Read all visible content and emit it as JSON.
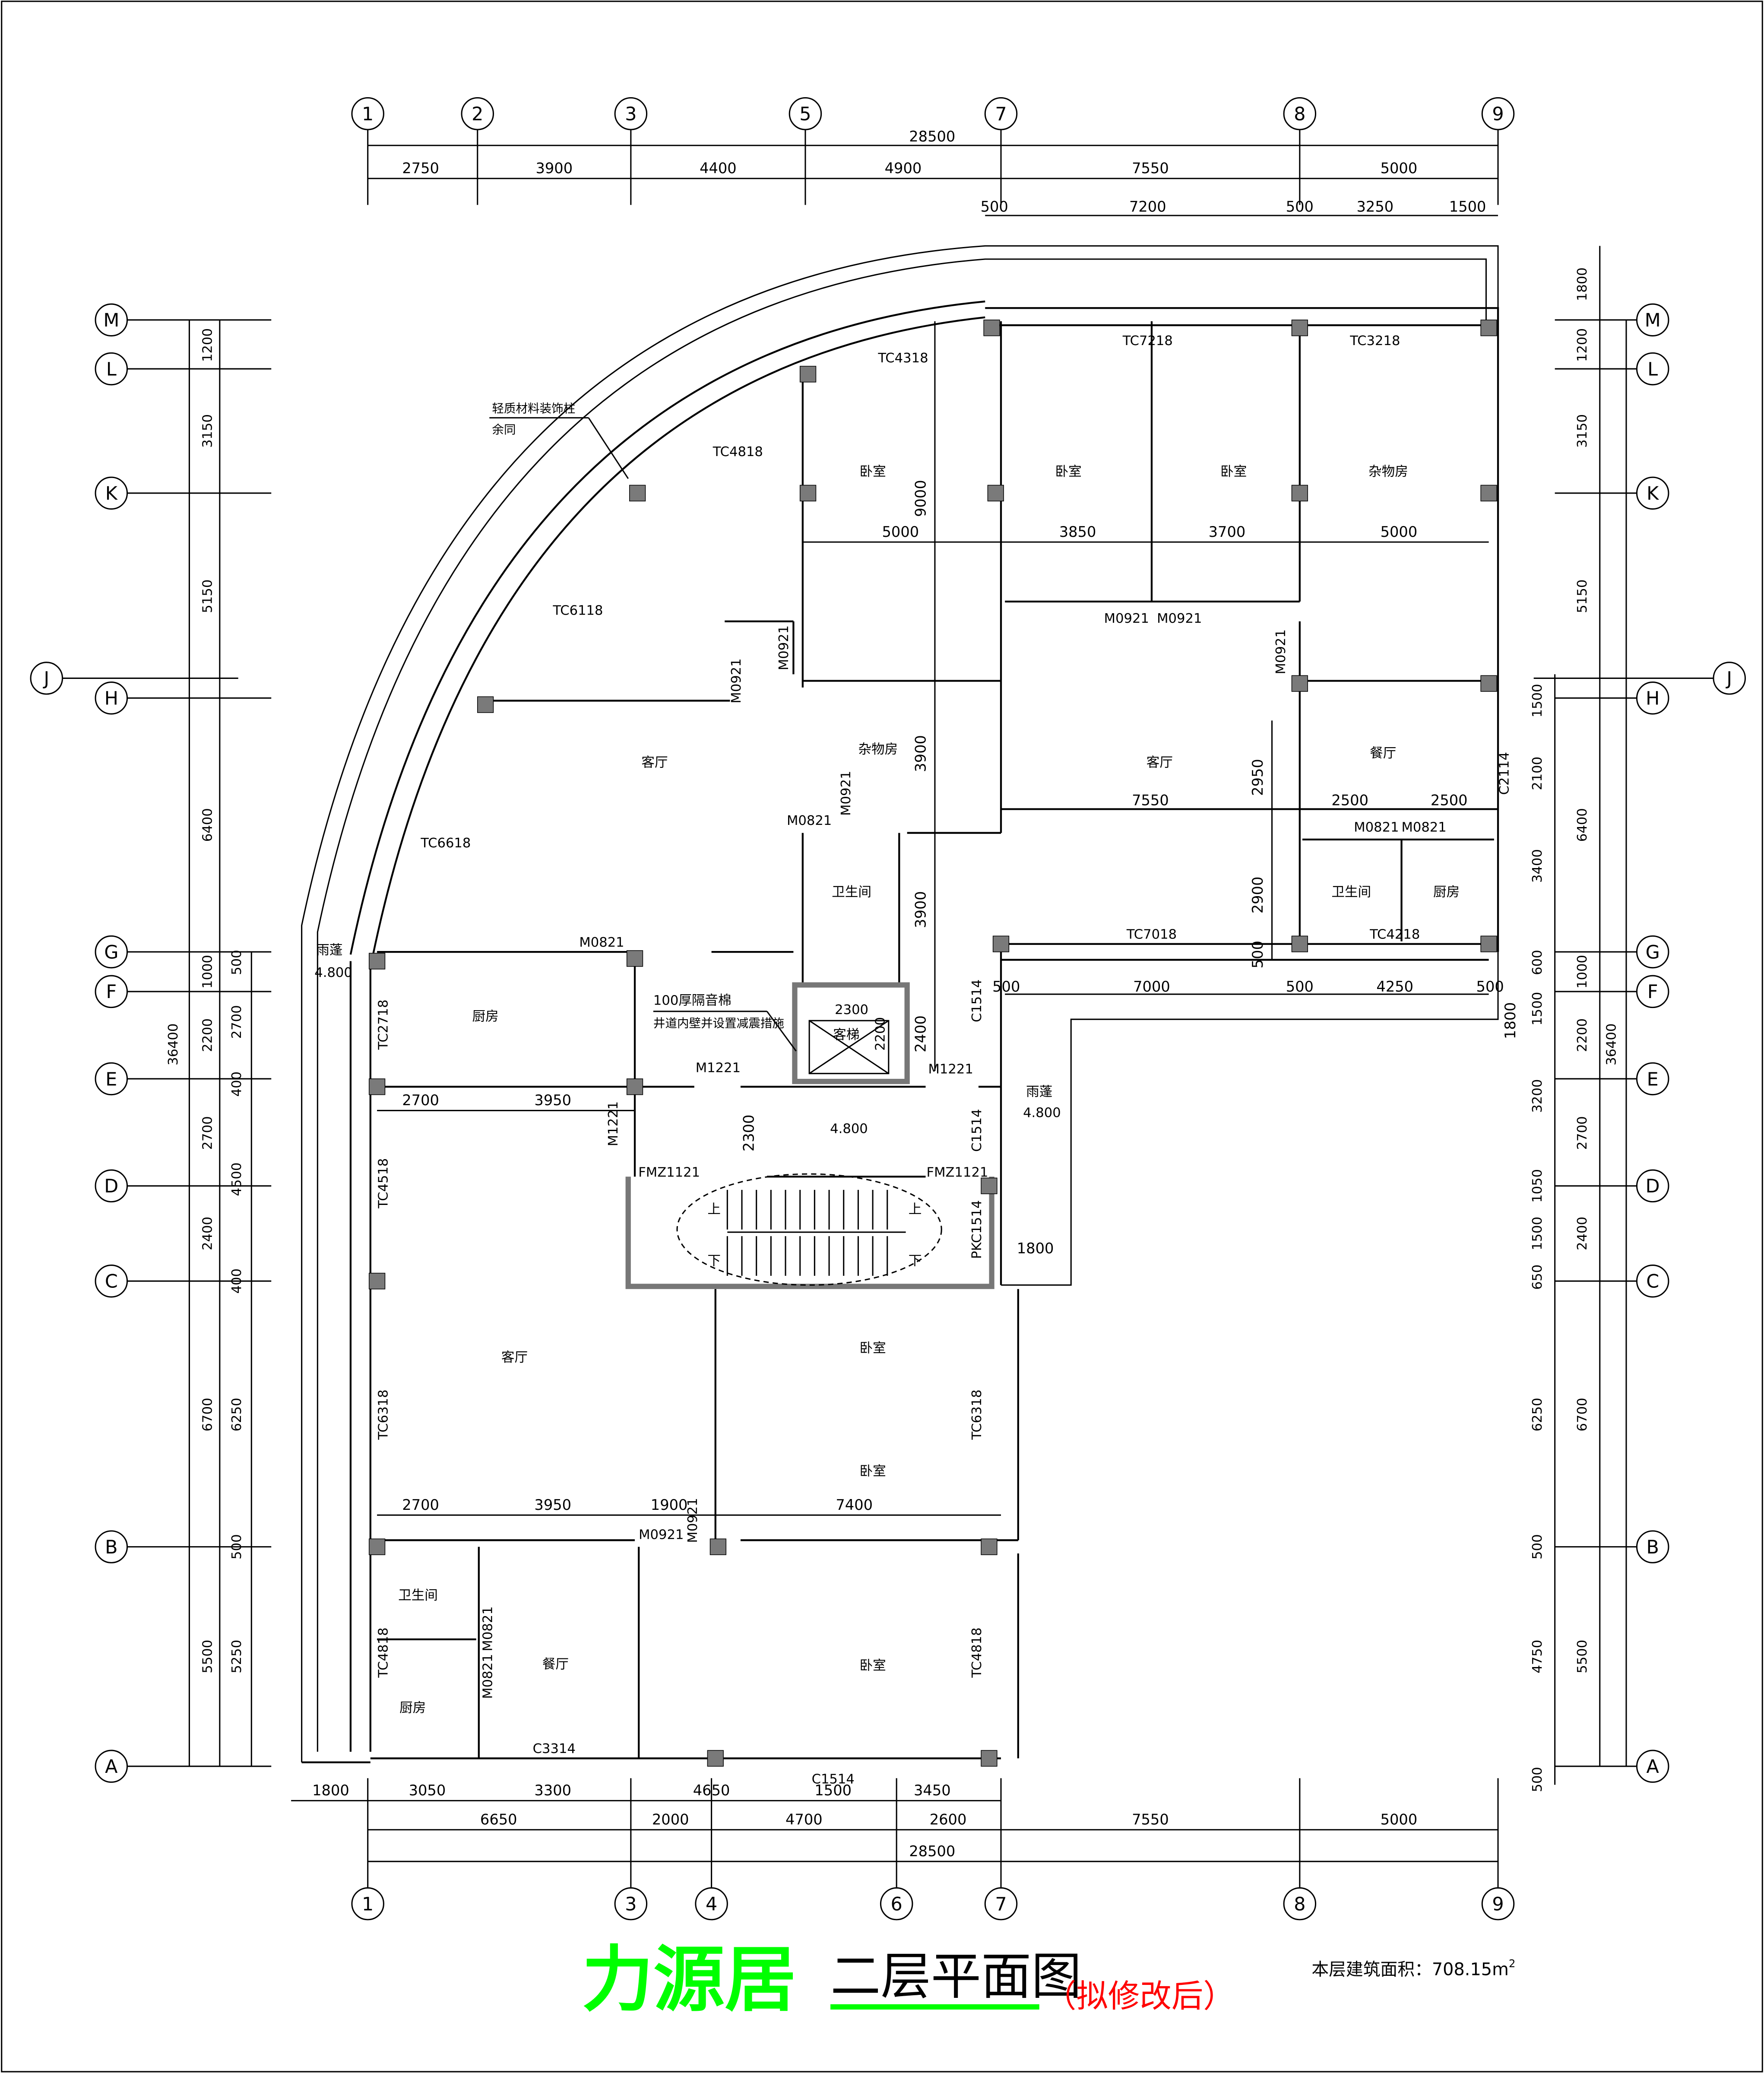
{
  "colors": {
    "title_green": "#00ff00",
    "note_red": "#ff0000",
    "column_gray": "#7a7a7a"
  },
  "grid": {
    "top_axes": [
      "1",
      "2",
      "3",
      "5",
      "7",
      "8",
      "9"
    ],
    "bottom_axes": [
      "1",
      "3",
      "4",
      "6",
      "7",
      "8",
      "9"
    ],
    "left_axes": [
      "M",
      "L",
      "K",
      "H",
      "G",
      "F",
      "E",
      "D",
      "C",
      "B",
      "A",
      "J"
    ],
    "right_axes": [
      "M",
      "L",
      "K",
      "H",
      "G",
      "F",
      "E",
      "D",
      "C",
      "B",
      "A",
      "J"
    ]
  },
  "dims": {
    "top_total": "28500",
    "top_row": [
      "2750",
      "3900",
      "4400",
      "4900",
      "7550",
      "5000"
    ],
    "top_row2": [
      "500",
      "7200",
      "500",
      "3250",
      "1500"
    ],
    "left_outer": [
      "1200",
      "3150",
      "5150",
      "6400",
      "1000",
      "2200",
      "2700",
      "2400",
      "6700",
      "5500"
    ],
    "left_total": "36400",
    "left_inner": [
      "500",
      "2700",
      "400",
      "4500",
      "400",
      "6250",
      "500",
      "5250"
    ],
    "right_outer": [
      "1800",
      "1200",
      "3150",
      "5150",
      "6400",
      "1000",
      "2200",
      "2700",
      "2400",
      "6700",
      "5500"
    ],
    "right_total": "36400",
    "right_inner": [
      "1500",
      "2100",
      "3400",
      "600",
      "1500",
      "3200",
      "1050",
      "1500",
      "650",
      "6250",
      "500",
      "4750",
      "500"
    ],
    "bottom_row1": [
      "1800",
      "3050",
      "3300",
      "4650",
      "1500",
      "3450"
    ],
    "bottom_row2": [
      "6650",
      "2000",
      "4700",
      "2600",
      "7550",
      "5000"
    ],
    "bottom_total": "28500"
  },
  "rooms": [
    "卧室",
    "卧室",
    "卧室",
    "杂物房",
    "客厅",
    "杂物房",
    "客厅",
    "餐厅",
    "卫生间",
    "卫生间",
    "厨房",
    "厨房",
    "客梯",
    "客厅",
    "卧室",
    "卧室",
    "卫生间",
    "餐厅",
    "厨房",
    "卧室"
  ],
  "openings": [
    "TC4318",
    "TC7218",
    "TC3218",
    "TC4818",
    "TC6118",
    "TC6618",
    "M0921",
    "M0921",
    "M0921",
    "M0921",
    "M0921",
    "M0821",
    "M0921",
    "M0821",
    "M0821",
    "C2114",
    "TC7018",
    "TC4218",
    "M0821",
    "TC2718",
    "M1221",
    "M1221",
    "M1221",
    "FMZ1121",
    "FMZ1121",
    "C1514",
    "C1514",
    "PKC1514",
    "4.800",
    "雨蓬",
    "4.800",
    "雨蓬",
    "4.800",
    "TC4518",
    "TC6318",
    "TC6318",
    "M0921",
    "M0921",
    "TC4818",
    "M0821",
    "M0821",
    "C3314",
    "C1514",
    "TC4818",
    "2300",
    "2200",
    "上",
    "下",
    "上",
    "下"
  ],
  "internal_dims": [
    "9000",
    "5000",
    "3850",
    "3700",
    "5000",
    "3900",
    "3900",
    "2400",
    "7550",
    "2500",
    "2500",
    "2950",
    "2900",
    "500",
    "500",
    "7000",
    "500",
    "4250",
    "500",
    "1800",
    "2700",
    "3950",
    "2300",
    "1800",
    "2700",
    "3950",
    "1900",
    "7400"
  ],
  "notes": {
    "column_note_1": "轻质材料装饰柱",
    "column_note_2": "余同",
    "shaft_note_1": "100厚隔音棉",
    "shaft_note_2": "井道内壁并设置减震措施"
  },
  "title": {
    "name": "力源居",
    "drawing": "二层平面图",
    "status": "（拟修改后）",
    "area_label": "本层建筑面积：708.15m",
    "area_sup": "2"
  }
}
